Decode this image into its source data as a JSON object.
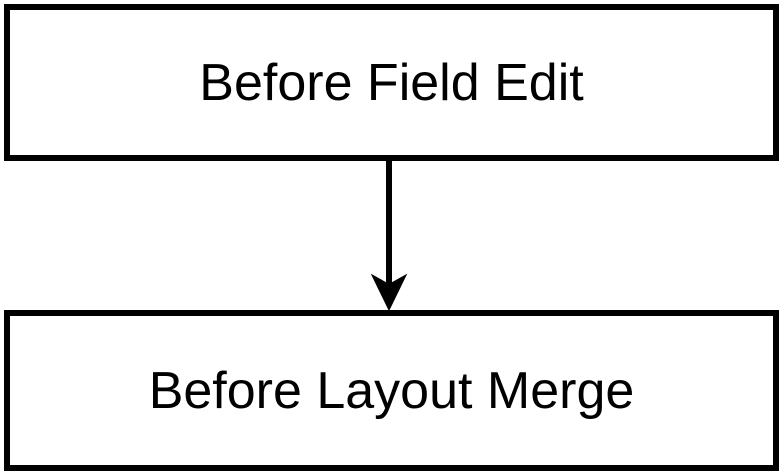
{
  "diagram": {
    "type": "flowchart",
    "orientation": "top-to-bottom",
    "background_color": "#ffffff",
    "stroke_color": "#000000",
    "fill_color": "#ffffff",
    "nodes": [
      {
        "id": "before-field-edit",
        "label": "Before Field Edit",
        "shape": "rectangle"
      },
      {
        "id": "before-layout-merge",
        "label": "Before Layout Merge",
        "shape": "rectangle"
      }
    ],
    "edges": [
      {
        "id": "edge-field-edit-to-layout-merge",
        "from": "before-field-edit",
        "to": "before-layout-merge",
        "label": "",
        "arrowhead": "normal",
        "style": "solid"
      }
    ]
  }
}
